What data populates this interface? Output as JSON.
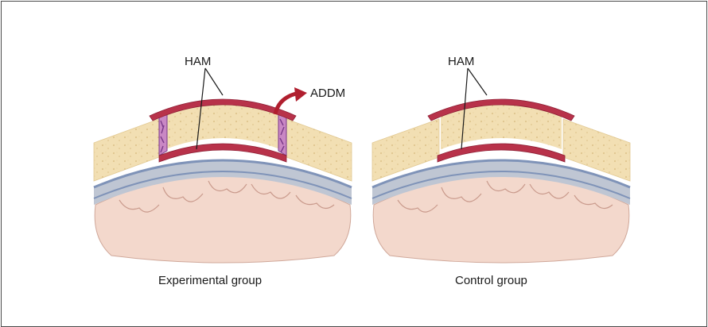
{
  "panels": [
    {
      "caption": "Experimental group",
      "ham_label": "HAM",
      "addm_label": "ADDM"
    },
    {
      "caption": "Control group",
      "ham_label": "HAM"
    }
  ],
  "colors": {
    "bone": "#f2dfb3",
    "bone_speckle": "#dfc58e",
    "membrane": "#b8324a",
    "membrane_light": "#d9707c",
    "dura_blue": "#7f93b8",
    "dura_gray": "#bfc6d3",
    "brain": "#f3d8cc",
    "brain_line": "#d0a89a",
    "addm_fill": "#c987c4",
    "addm_stroke": "#7b3a8a",
    "arrow": "#b01e2e"
  }
}
